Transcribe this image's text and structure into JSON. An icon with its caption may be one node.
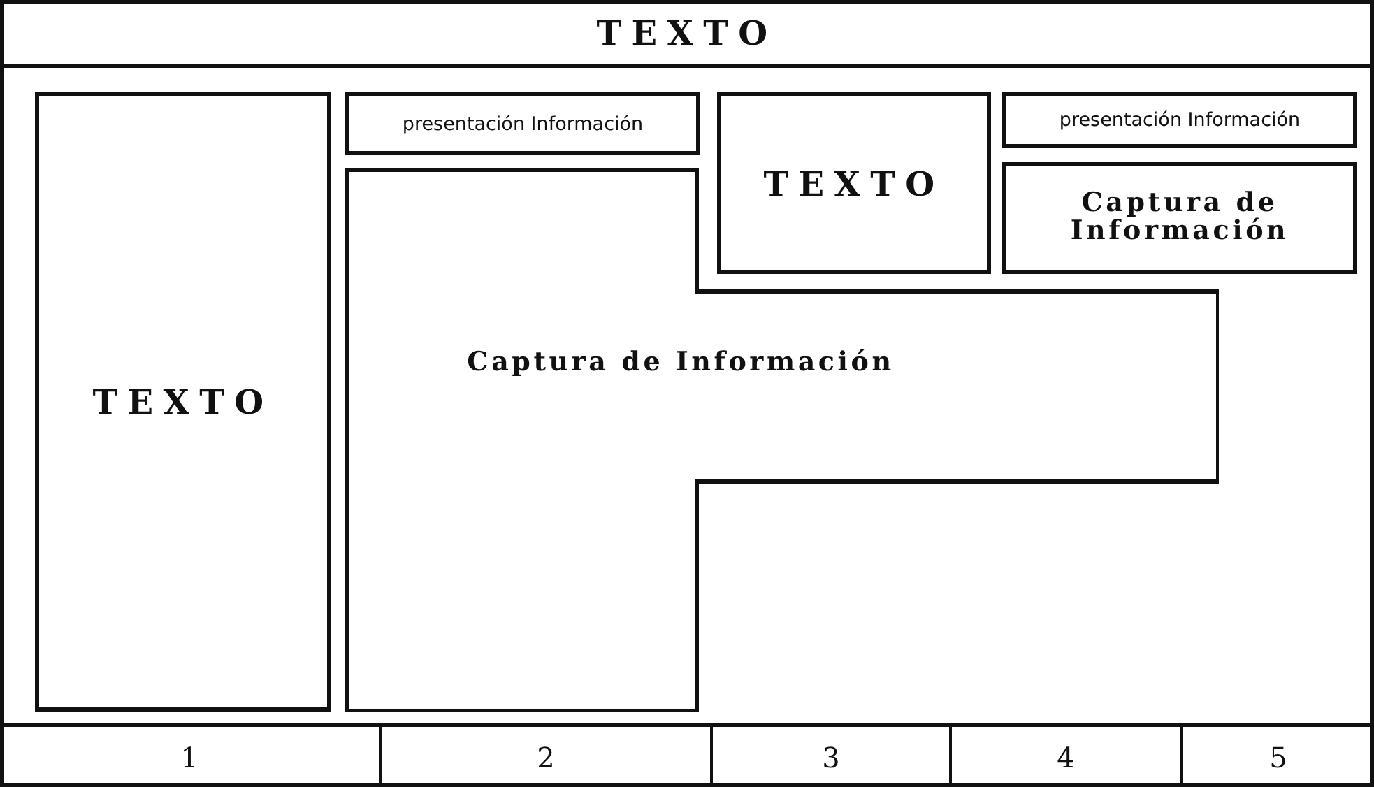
{
  "diagram": {
    "nodes": [
      {
        "text": [
          "TEXTO"
        ]
      },
      {
        "text": [
          "TEXTO"
        ]
      },
      {
        "text": [
          "presentación Información"
        ]
      },
      {
        "text": [
          "Captura de Información"
        ]
      },
      {
        "text": [
          "TEXTO"
        ]
      },
      {
        "text": [
          "presentación Información"
        ]
      },
      {
        "text": [
          "Captura de Información"
        ]
      },
      {
        "text": [
          "1"
        ]
      },
      {
        "text": [
          "2"
        ]
      },
      {
        "text": [
          "3"
        ]
      },
      {
        "text": [
          "4"
        ]
      },
      {
        "text": [
          "5"
        ]
      }
    ]
  }
}
